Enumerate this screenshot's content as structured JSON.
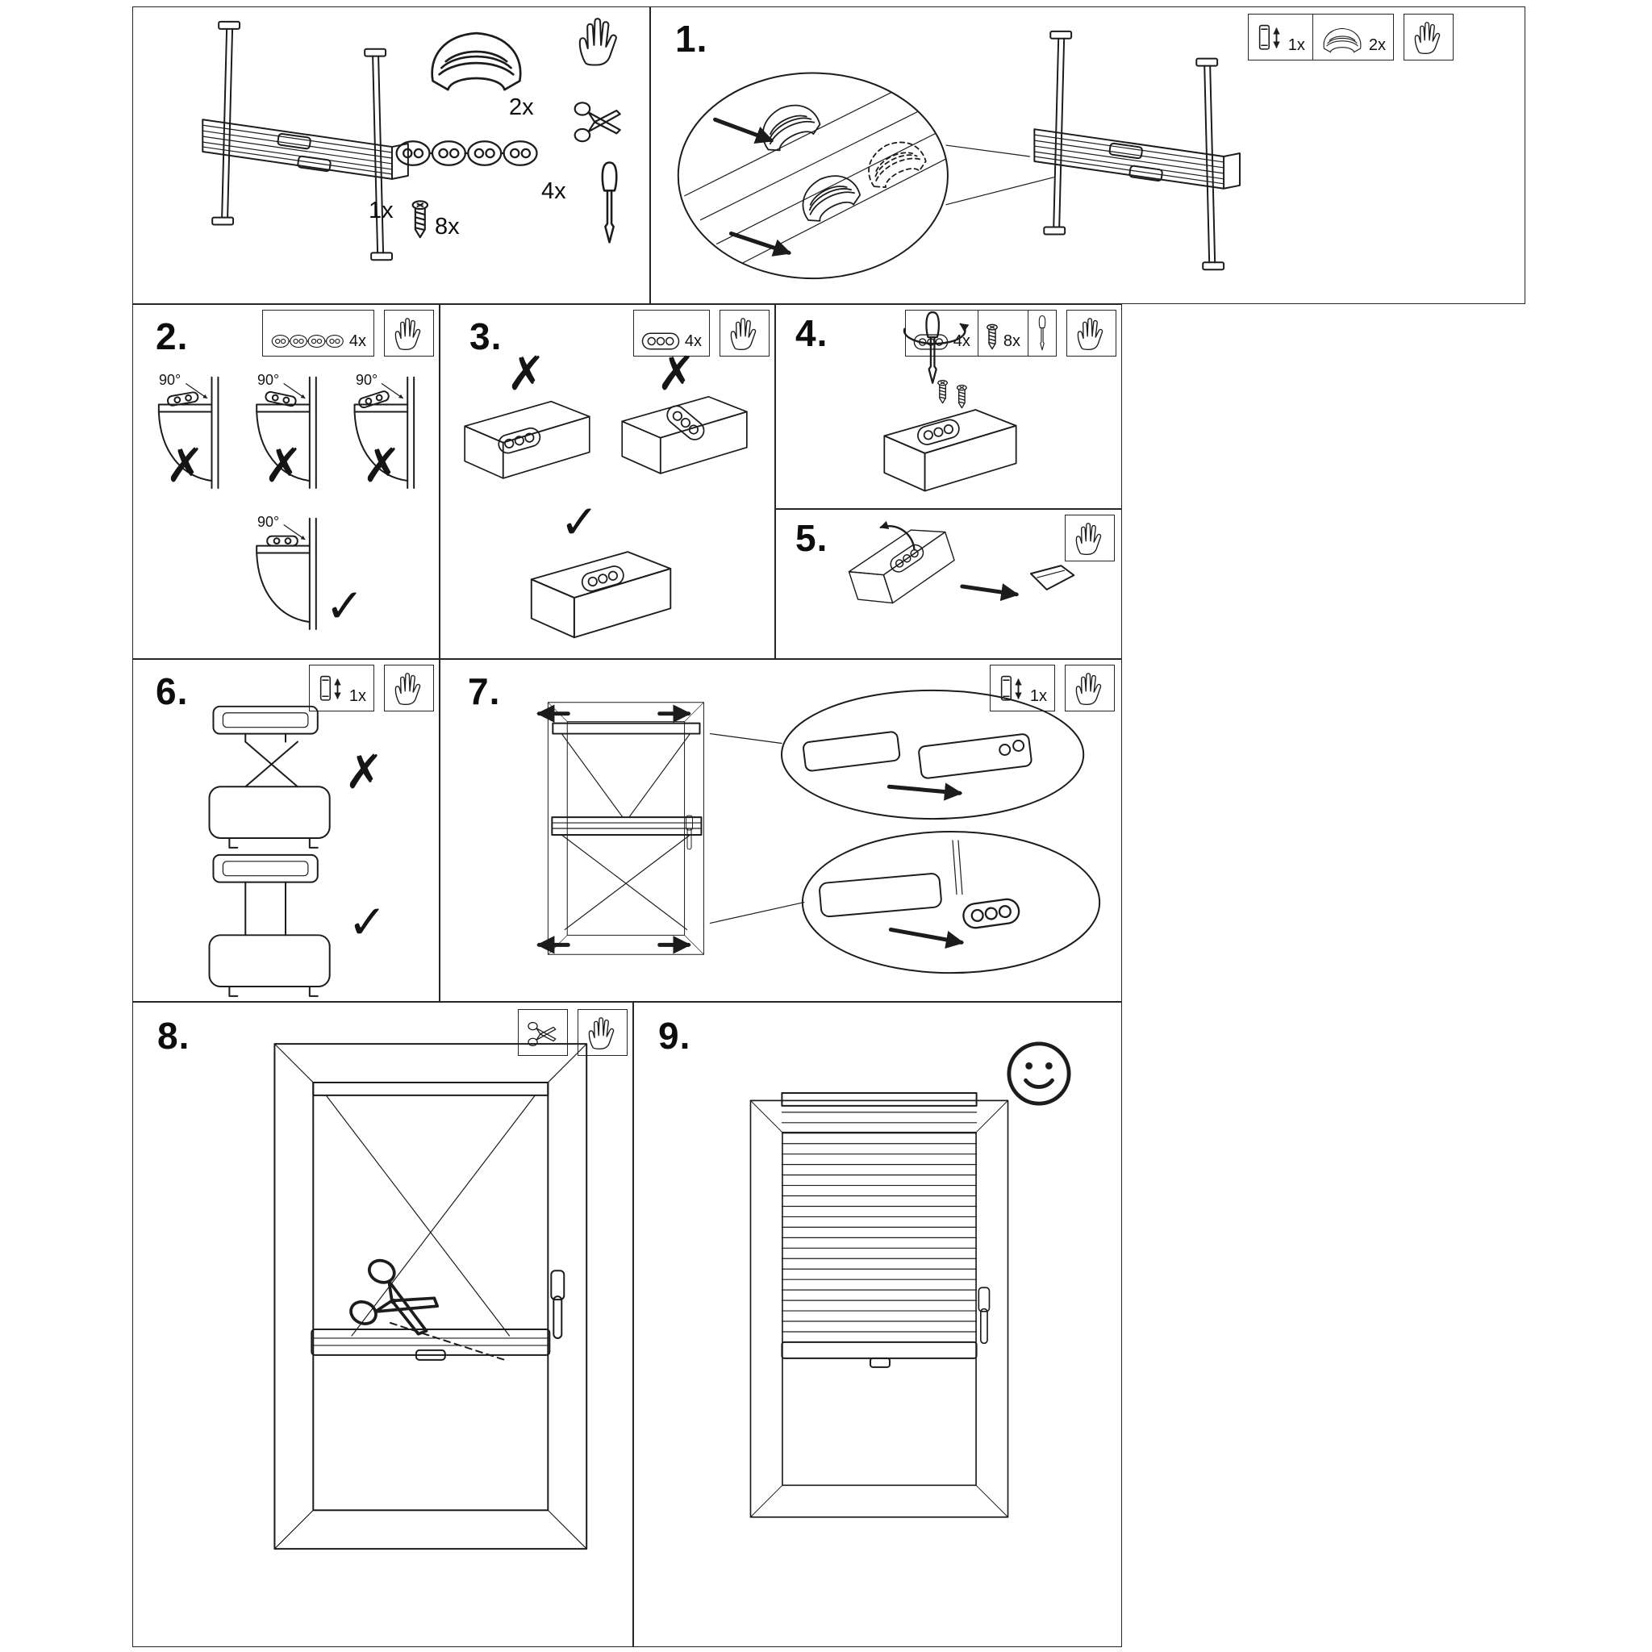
{
  "page": {
    "background": "#ffffff",
    "line_color": "#1c1c1c"
  },
  "marks": {
    "cross": "✗",
    "check": "✓"
  },
  "parts_overview": {
    "blind_unit_qty": "1x",
    "clamp_qty": "2x",
    "bracket_strip_qty": "4x",
    "screw_qty": "8x"
  },
  "steps": {
    "s1": {
      "number": "1.",
      "icon_topfix_qty": "1x",
      "icon_clamp_qty": "2x"
    },
    "s2": {
      "number": "2.",
      "icon_bracket_qty": "4x",
      "angle": "90°"
    },
    "s3": {
      "number": "3.",
      "icon_bracket_qty": "4x"
    },
    "s4": {
      "number": "4.",
      "icon_bracket_qty": "4x",
      "icon_screw_qty": "8x"
    },
    "s5": {
      "number": "5."
    },
    "s6": {
      "number": "6.",
      "icon_topfix_qty": "1x"
    },
    "s7": {
      "number": "7.",
      "icon_topfix_qty": "1x"
    },
    "s8": {
      "number": "8."
    },
    "s9": {
      "number": "9."
    }
  },
  "icons": {
    "hand": "open-hand",
    "scissors": "scissors",
    "screwdriver": "screwdriver",
    "screw": "screw",
    "bracket": "mounting-bracket",
    "bracket_strip": "mounting-bracket-strip",
    "clamp": "clamp-shoe",
    "top_fixing": "top-fixing-bracket",
    "smiley": "smiley-face"
  }
}
